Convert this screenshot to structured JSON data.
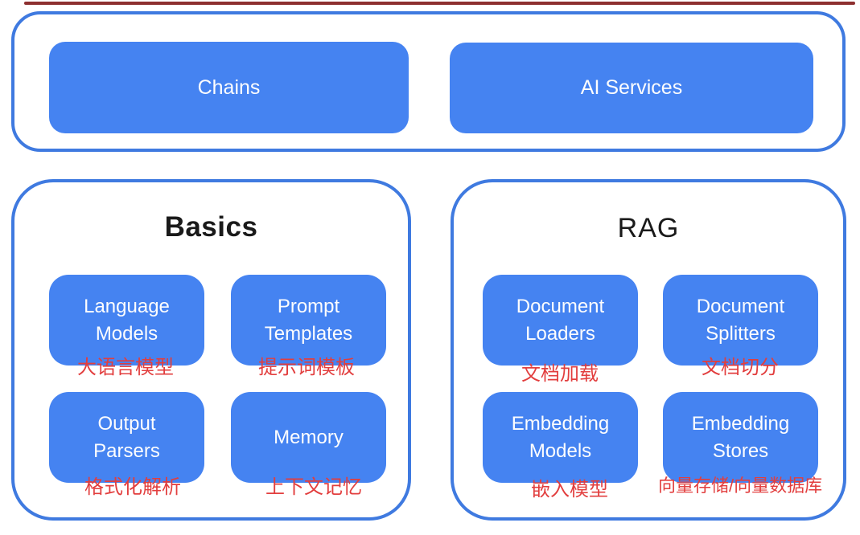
{
  "colors": {
    "node_blue": "#4583F1",
    "border_blue": "#3F7AE0",
    "annotation_red": "#E23E3E",
    "top_line_red": "#8D2F2F",
    "node_text_white": "#FDFDFE",
    "title_black": "#1A1A1A"
  },
  "top_group": {
    "nodes": [
      {
        "label": "Chains"
      },
      {
        "label": "AI Services"
      }
    ]
  },
  "basics_group": {
    "title": "Basics",
    "nodes": [
      {
        "label": "Language Models",
        "annotation": "大语言模型"
      },
      {
        "label": "Prompt Templates",
        "annotation": "提示词模板"
      },
      {
        "label": "Output Parsers",
        "annotation": "格式化解析"
      },
      {
        "label": "Memory",
        "annotation": "上下文记忆"
      }
    ]
  },
  "rag_group": {
    "title": "RAG",
    "nodes": [
      {
        "label": "Document Loaders",
        "annotation": "文档加载"
      },
      {
        "label": "Document Splitters",
        "annotation": "文档切分"
      },
      {
        "label": "Embedding Models",
        "annotation": "嵌入模型"
      },
      {
        "label": "Embedding Stores",
        "annotation": "向量存储/向量数据库"
      }
    ]
  }
}
